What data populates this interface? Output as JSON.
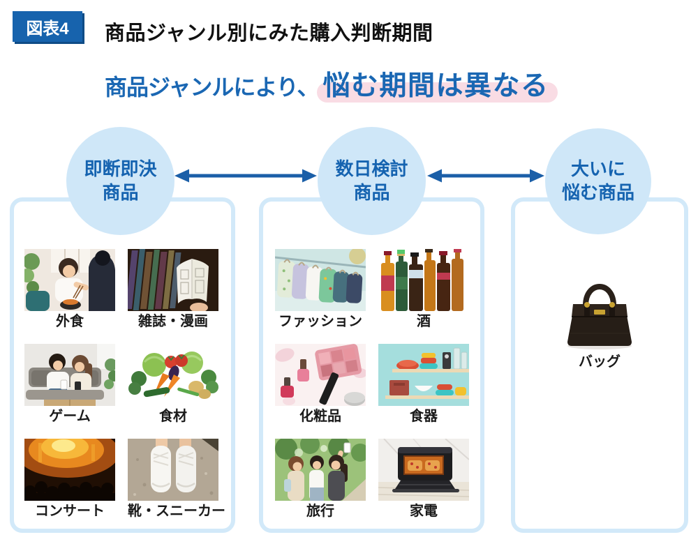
{
  "figure": {
    "badge": "図表4",
    "title": "商品ジャンル別にみた購入判断期間",
    "subtitle": {
      "plain": "商品ジャンルにより、",
      "highlighted": "悩む期間は異なる"
    }
  },
  "colors": {
    "badge_blue": "#1763ad",
    "accent_blue_text": "#1a67b3",
    "circle_fill": "#cfe7f8",
    "circle_text": "#1563b0",
    "box_border": "#d2e9f9",
    "arrow_blue": "#1b5fa8",
    "highlight_pink": "#f9dce4"
  },
  "groups": [
    {
      "circle": {
        "line1": "即断即決",
        "line2": "商品"
      },
      "items": [
        {
          "label": "外食",
          "photo": "dining-photo"
        },
        {
          "label": "雑誌・漫画",
          "photo": "magazine-photo"
        },
        {
          "label": "ゲーム",
          "photo": "game-photo"
        },
        {
          "label": "食材",
          "photo": "vegetables-photo"
        },
        {
          "label": "コンサート",
          "photo": "concert-photo"
        },
        {
          "label": "靴・スニーカー",
          "photo": "sneakers-photo"
        }
      ]
    },
    {
      "circle": {
        "line1": "数日検討",
        "line2": "商品"
      },
      "items": [
        {
          "label": "ファッション",
          "photo": "fashion-photo"
        },
        {
          "label": "酒",
          "photo": "alcohol-photo"
        },
        {
          "label": "化粧品",
          "photo": "cosmetics-photo"
        },
        {
          "label": "食器",
          "photo": "tableware-photo"
        },
        {
          "label": "旅行",
          "photo": "travel-photo"
        },
        {
          "label": "家電",
          "photo": "appliance-photo"
        }
      ]
    },
    {
      "circle": {
        "line1": "大いに",
        "line2": "悩む商品"
      },
      "items": [
        {
          "label": "バッグ",
          "photo": "bag-photo"
        }
      ]
    }
  ]
}
